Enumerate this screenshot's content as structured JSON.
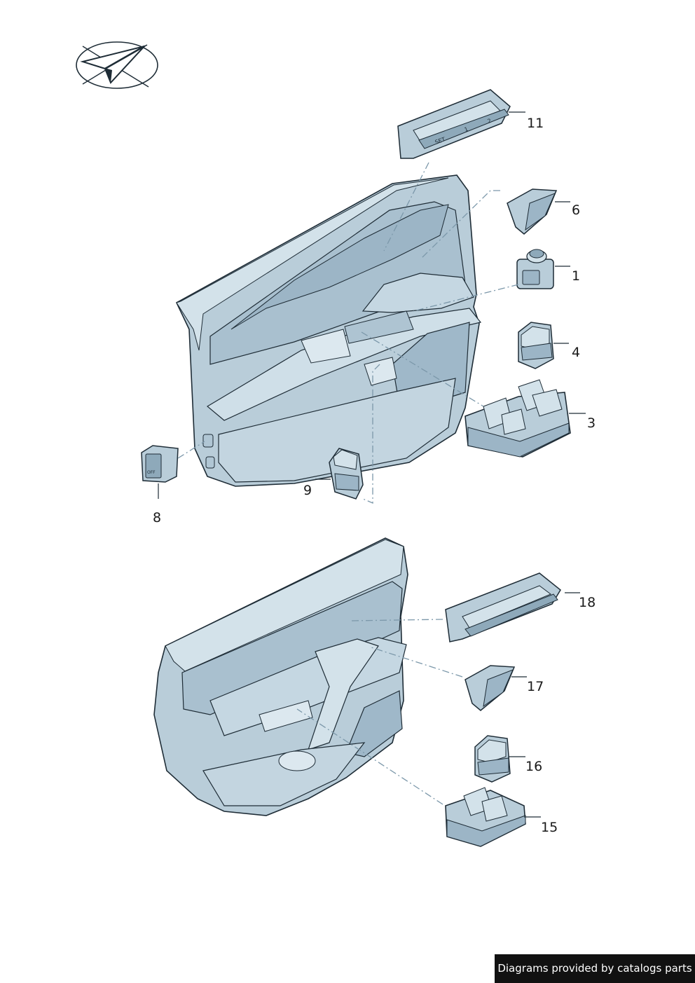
{
  "diagram": {
    "callouts": [
      "11",
      "6",
      "1",
      "4",
      "3",
      "8",
      "9",
      "18",
      "17",
      "16",
      "15"
    ],
    "part_labels": {
      "memory_set": "SET",
      "memory_1": "1",
      "memory_2": "2",
      "switch_8_label": "OFF"
    },
    "colors": {
      "part_fill": "#b9cdd9",
      "part_fill_light": "#d3e2ea",
      "part_fill_dark": "#8ea9ba",
      "outline": "#1e2c36",
      "leader_line": "#333333",
      "dashed_line": "#7c98aa"
    },
    "icons": [
      "paper-plane-check-logo-icon"
    ]
  },
  "footer": {
    "credit_text": "Diagrams provided by catalogs parts"
  }
}
